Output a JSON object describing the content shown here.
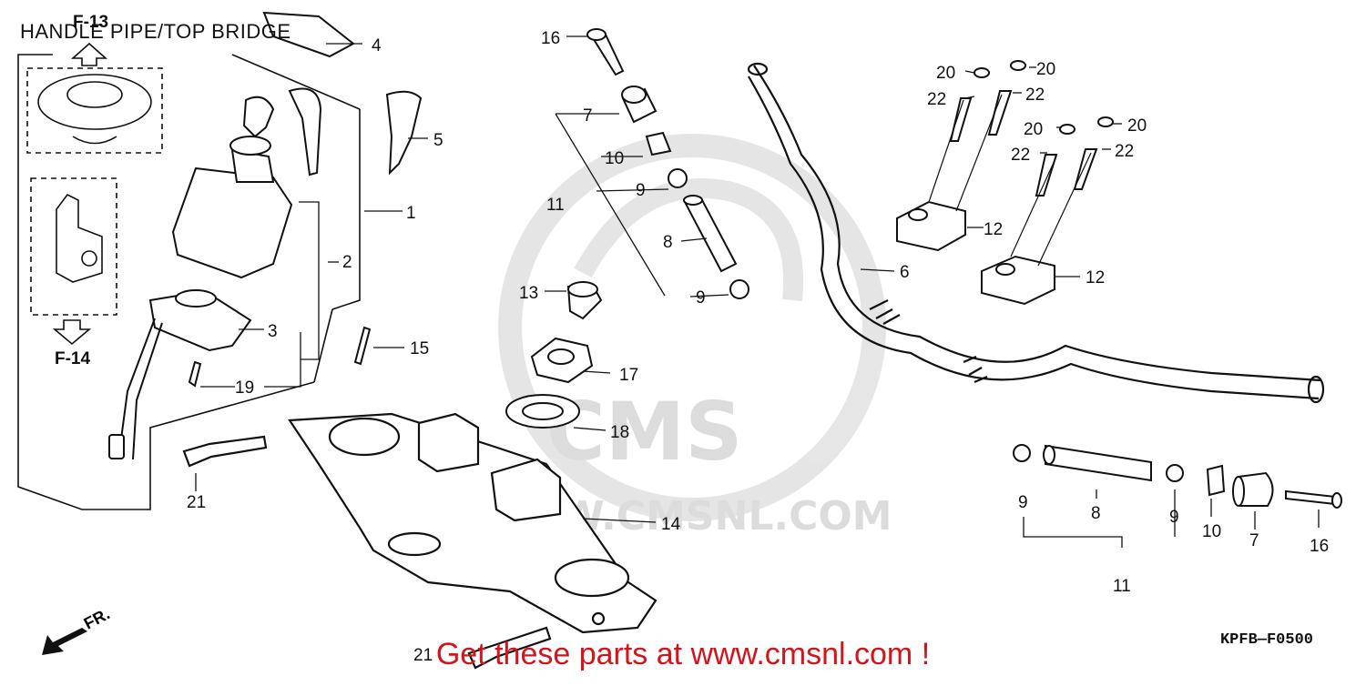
{
  "diagram": {
    "title": "HANDLE PIPE/TOP BRIDGE",
    "drawing_code": "KPFB—F0500",
    "front_marker": "FR.",
    "figure_refs": {
      "upper": "F-13",
      "lower": "F-14"
    },
    "watermark": {
      "logo": "CMS",
      "url": "WWW.CMSNL.COM"
    },
    "promo": "Get these parts at www.cmsnl.com !",
    "callouts": [
      {
        "id": "c4",
        "text": "4"
      },
      {
        "id": "c5",
        "text": "5"
      },
      {
        "id": "c1",
        "text": "1"
      },
      {
        "id": "c2",
        "text": "2"
      },
      {
        "id": "c3",
        "text": "3"
      },
      {
        "id": "c15",
        "text": "15"
      },
      {
        "id": "c19",
        "text": "19"
      },
      {
        "id": "c21a",
        "text": "21"
      },
      {
        "id": "c21b",
        "text": "21"
      },
      {
        "id": "c14",
        "text": "14"
      },
      {
        "id": "c16a",
        "text": "16"
      },
      {
        "id": "c7a",
        "text": "7"
      },
      {
        "id": "c10a",
        "text": "10"
      },
      {
        "id": "c11a",
        "text": "11"
      },
      {
        "id": "c9a",
        "text": "9"
      },
      {
        "id": "c8a",
        "text": "8"
      },
      {
        "id": "c9b",
        "text": "9"
      },
      {
        "id": "c13",
        "text": "13"
      },
      {
        "id": "c17",
        "text": "17"
      },
      {
        "id": "c18",
        "text": "18"
      },
      {
        "id": "c6",
        "text": "6"
      },
      {
        "id": "c12a",
        "text": "12"
      },
      {
        "id": "c12b",
        "text": "12"
      },
      {
        "id": "c20a",
        "text": "20"
      },
      {
        "id": "c20b",
        "text": "20"
      },
      {
        "id": "c20c",
        "text": "20"
      },
      {
        "id": "c20d",
        "text": "20"
      },
      {
        "id": "c22a",
        "text": "22"
      },
      {
        "id": "c22b",
        "text": "22"
      },
      {
        "id": "c22c",
        "text": "22"
      },
      {
        "id": "c22d",
        "text": "22"
      },
      {
        "id": "c9c",
        "text": "9"
      },
      {
        "id": "c8b",
        "text": "8"
      },
      {
        "id": "c9d",
        "text": "9"
      },
      {
        "id": "c10b",
        "text": "10"
      },
      {
        "id": "c7b",
        "text": "7"
      },
      {
        "id": "c16b",
        "text": "16"
      },
      {
        "id": "c11b",
        "text": "11"
      }
    ]
  }
}
